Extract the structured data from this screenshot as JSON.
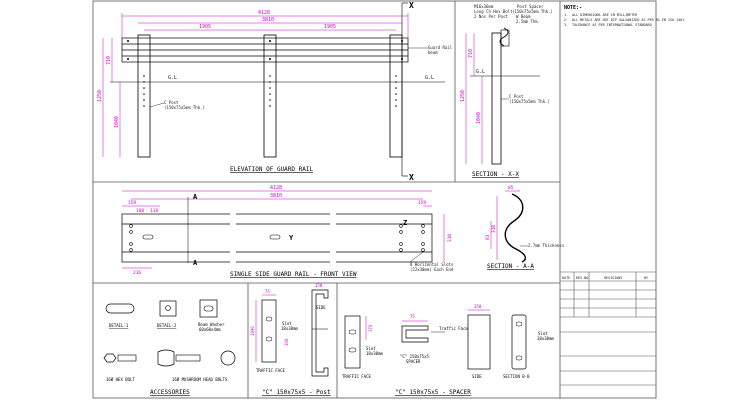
{
  "titles": {
    "elevation": "ELEVATION OF GUARD RAIL",
    "section_xx": "SECTION - X-X",
    "front_view": "SINGLE SIDE GUARD RAIL - FRONT VIEW",
    "section_aa": "SECTION - A-A",
    "accessories": "ACCESSORIES",
    "post": "\"C\" 150x75x5 - Post",
    "spacer": "\"C\" 150x75x5 - SPACER"
  },
  "markers": {
    "x": "X",
    "a": "A",
    "z": "Z",
    "y": "Y"
  },
  "elevation": {
    "dim_overall": "4128",
    "dim_inner": "3810",
    "dim_span_left": "1905",
    "dim_span_right": "1905",
    "dim_710": "710",
    "dim_1250": "1250",
    "dim_1040": "1040",
    "cl_left": "G.L",
    "cl_right": "G.L",
    "post_note_1": "C Post",
    "post_note_2": "(150x75x5mm Thk.)",
    "label_guard_rail_1": "Guard Rail",
    "label_guard_rail_2": "beam"
  },
  "section_xx": {
    "note_1": "M16x36mm",
    "note_2": "Long Ch Hex Bolt",
    "note_3": "2 Nos Per Post",
    "spacer_1": "Post Spacer",
    "spacer_2": "(150x75x5mm Thk.)",
    "beam_1": "W Beam",
    "beam_2": "2.5mm Thk.",
    "post_1": "C Post",
    "post_2": "(150x75x5mm Thk.)",
    "gl": "G.L",
    "dim_710": "710",
    "dim_1250": "1250",
    "dim_1040": "1040"
  },
  "notes": {
    "title": "NOTE:-",
    "items": [
      "ALL DIMENSIONS ARE IN MILLIMETER",
      "ALL METALS ARE HOT DIP GALVANIZED AS PER BS EN ISO 1461",
      "TOLERANCE AS PER INTERNATIONAL STANDARD"
    ]
  },
  "front_view": {
    "dim_overall": "4128",
    "dim_inner": "3810",
    "dim_159_left": "159",
    "dim_159_right": "159",
    "dim_108": "108",
    "dim_118": "118",
    "dim_216": "216",
    "dim_310": "310",
    "bolt_note_1": "8 Horizontal Slots",
    "bolt_note_2": "(22x30mm) Each End"
  },
  "section_aa": {
    "dim_85": "85",
    "dim_310": "310",
    "dim_83": "83",
    "thickness": "2.7mm Thickness"
  },
  "revision_table": {
    "headers": [
      "DATE",
      "REV.NO",
      "REVISIONS",
      "BY"
    ]
  },
  "accessories": {
    "detail_1": "DETAIL-1",
    "detail_2": "DETAIL-2",
    "washer_1": "Beam Washer",
    "washer_2": "60x60x4mm",
    "hex_bolt": "16Ø HEX BOLT",
    "mushroom_bolt": "16Ø MUSHROOM HEAD BOLTS"
  },
  "post_panel": {
    "traffic_face": "TRAFFIC FACE",
    "side": "SIDE",
    "slot_1": "Slot",
    "slot_2": "18x30mm",
    "dim_75": "75",
    "dim_150": "150",
    "dim_100": "100",
    "dim_1990": "1990"
  },
  "spacer_panel": {
    "traffic_face": "TRAFFIC FACE",
    "side": "SIDE",
    "section_bb": "SECTION B-B",
    "spacer_label_1": "\"C\" 150x75x5",
    "spacer_label_2": "SPACER",
    "traffic_face_arrow": "Traffic Face",
    "slot_1": "Slot",
    "slot_2": "18x30mm",
    "dim_75": "75",
    "dim_150": "150",
    "dim_170": "170"
  },
  "colors": {
    "line": "#000000",
    "dim": "#cc00cc",
    "text": "#222222",
    "border": "#555555"
  }
}
